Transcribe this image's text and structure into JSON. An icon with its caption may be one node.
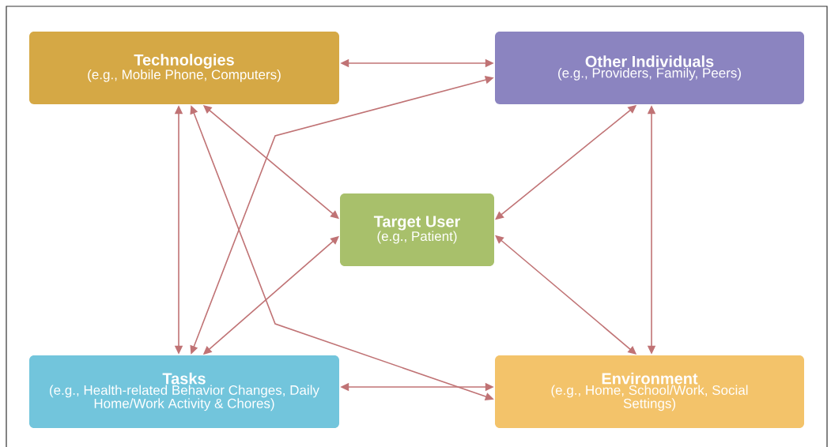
{
  "diagram": {
    "nodes": [
      {
        "text": [
          "Technologies",
          "(e.g., Mobile Phone, Computers)"
        ]
      },
      {
        "text": [
          "Other Individuals",
          "(e.g., Providers, Family, Peers)"
        ]
      },
      {
        "text": [
          "Target User",
          "(e.g., Patient)"
        ]
      },
      {
        "text": [
          "Tasks",
          "(e.g., Health-related Behavior Changes, Daily Home/Work Activity & Chores)"
        ]
      },
      {
        "text": [
          "Environment",
          "(e.g., Home, School/Work, Social Settings)"
        ]
      }
    ],
    "edges": [
      {
        "from": 0,
        "to": 1,
        "arrow": "both"
      },
      {
        "from": 0,
        "to": 3,
        "arrow": "both"
      },
      {
        "from": 0,
        "to": 2,
        "arrow": "both"
      },
      {
        "from": 0,
        "to": 4,
        "arrow": "both"
      },
      {
        "from": 3,
        "to": 1,
        "arrow": "both"
      },
      {
        "from": 1,
        "to": 2,
        "arrow": "both"
      },
      {
        "from": 1,
        "to": 4,
        "arrow": "both"
      },
      {
        "from": 3,
        "to": 2,
        "arrow": "both"
      },
      {
        "from": 4,
        "to": 2,
        "arrow": "both"
      },
      {
        "from": 3,
        "to": 4,
        "arrow": "both"
      }
    ]
  }
}
